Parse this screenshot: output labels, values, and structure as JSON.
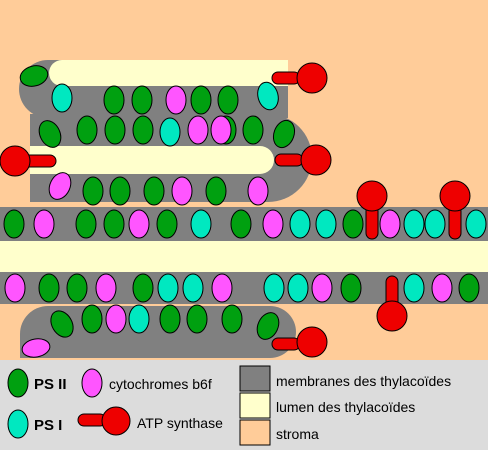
{
  "colors": {
    "stroma": "#FFCC99",
    "membrane": "#808080",
    "lumen": "#FFFFCC",
    "ps2": "#00A010",
    "ps1": "#00E8C0",
    "cytochrome": "#FF55FF",
    "atp_synthase": "#EE0000",
    "legend_bg": "#DCDCDC",
    "outline": "#000000"
  },
  "legend": {
    "ps2_label": "PS II",
    "ps1_label": "PS I",
    "cytochrome_label": "cytochromes b6f",
    "atp_label": "ATP synthase",
    "membrane_label": "membranes des thylacoïdes",
    "lumen_label": "lumen des thylacoïdes",
    "stroma_label": "stroma"
  },
  "icons": [
    "ps2-protein-icon",
    "ps1-protein-icon",
    "cytochrome-b6f-icon",
    "atp-synthase-icon"
  ]
}
